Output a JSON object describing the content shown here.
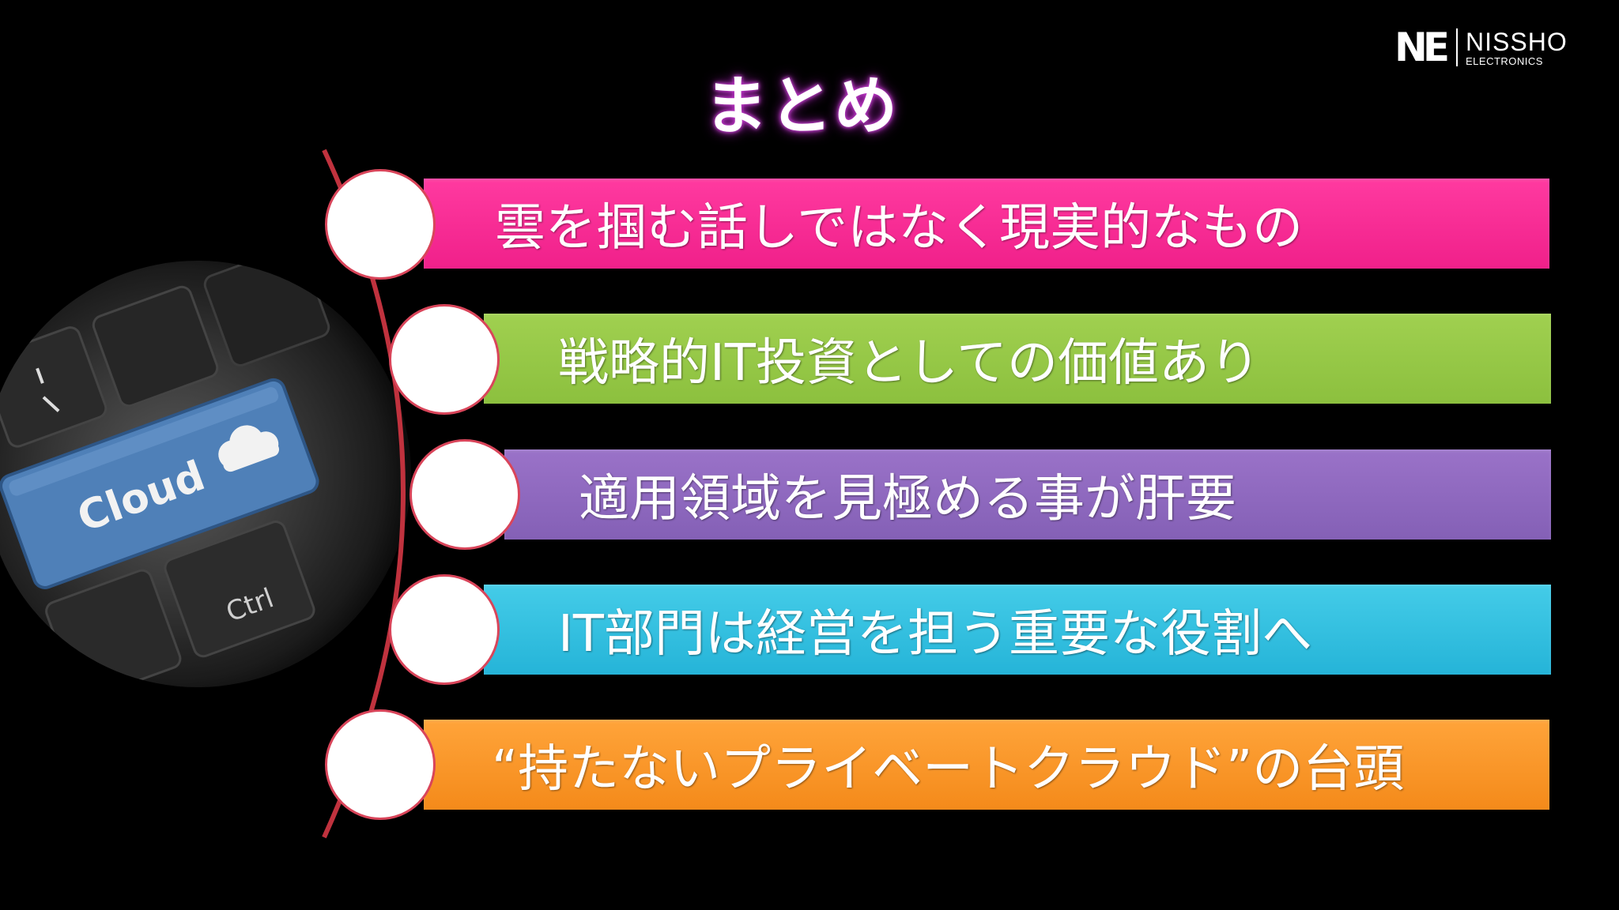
{
  "slide": {
    "title": "まとめ",
    "logo": {
      "mark": "NE",
      "name": "NISSHO",
      "sub": "ELECTRONICS"
    },
    "photo": {
      "key_label": "Cloud",
      "ctrl_label": "Ctrl",
      "icon": "cloud-icon"
    },
    "items": [
      {
        "text": "雲を掴む話しではなく現実的なもの",
        "color": "#f0208a"
      },
      {
        "text": "戦略的IT投資としての価値あり",
        "color": "#8cc03e"
      },
      {
        "text": "適用領域を見極める事が肝要",
        "color": "#8460b6"
      },
      {
        "text": "IT部門は経営を担う重要な役割へ",
        "color": "#25b4d8"
      },
      {
        "text": "“持たないプライベートクラウド”の台頭",
        "color": "#f48a1a"
      }
    ],
    "accent_line_color": "#c0323e"
  }
}
